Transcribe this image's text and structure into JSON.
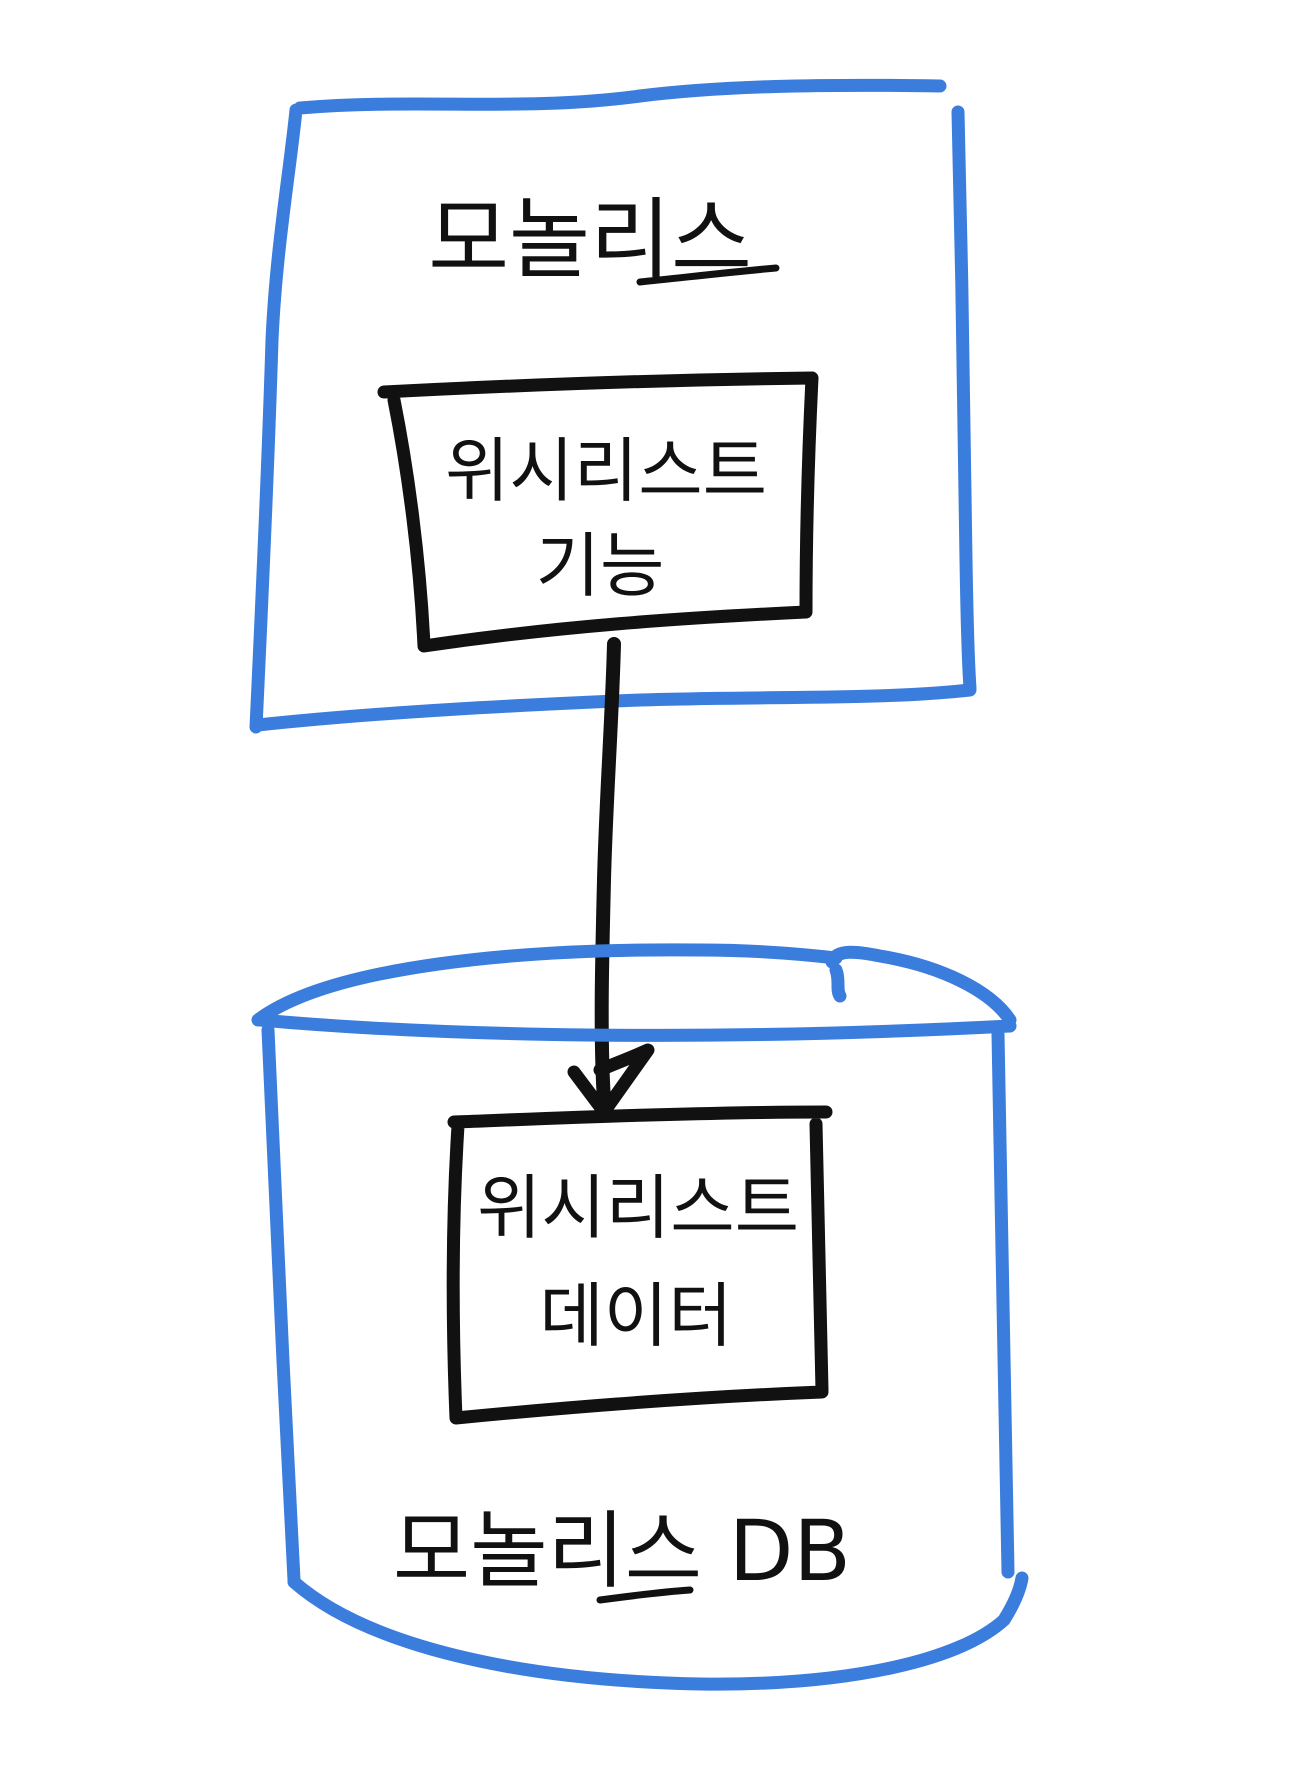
{
  "colors": {
    "outer_stroke": "#3b7ddd",
    "inner_stroke": "#111111",
    "arrow": "#111111",
    "background": "#ffffff"
  },
  "monolith": {
    "title": "모놀리스",
    "feature_box": {
      "line1": "위시리스트",
      "line2": "기능"
    }
  },
  "database": {
    "label": "모놀리스 DB",
    "data_box": {
      "line1": "위시리스트",
      "line2": "데이터"
    }
  }
}
